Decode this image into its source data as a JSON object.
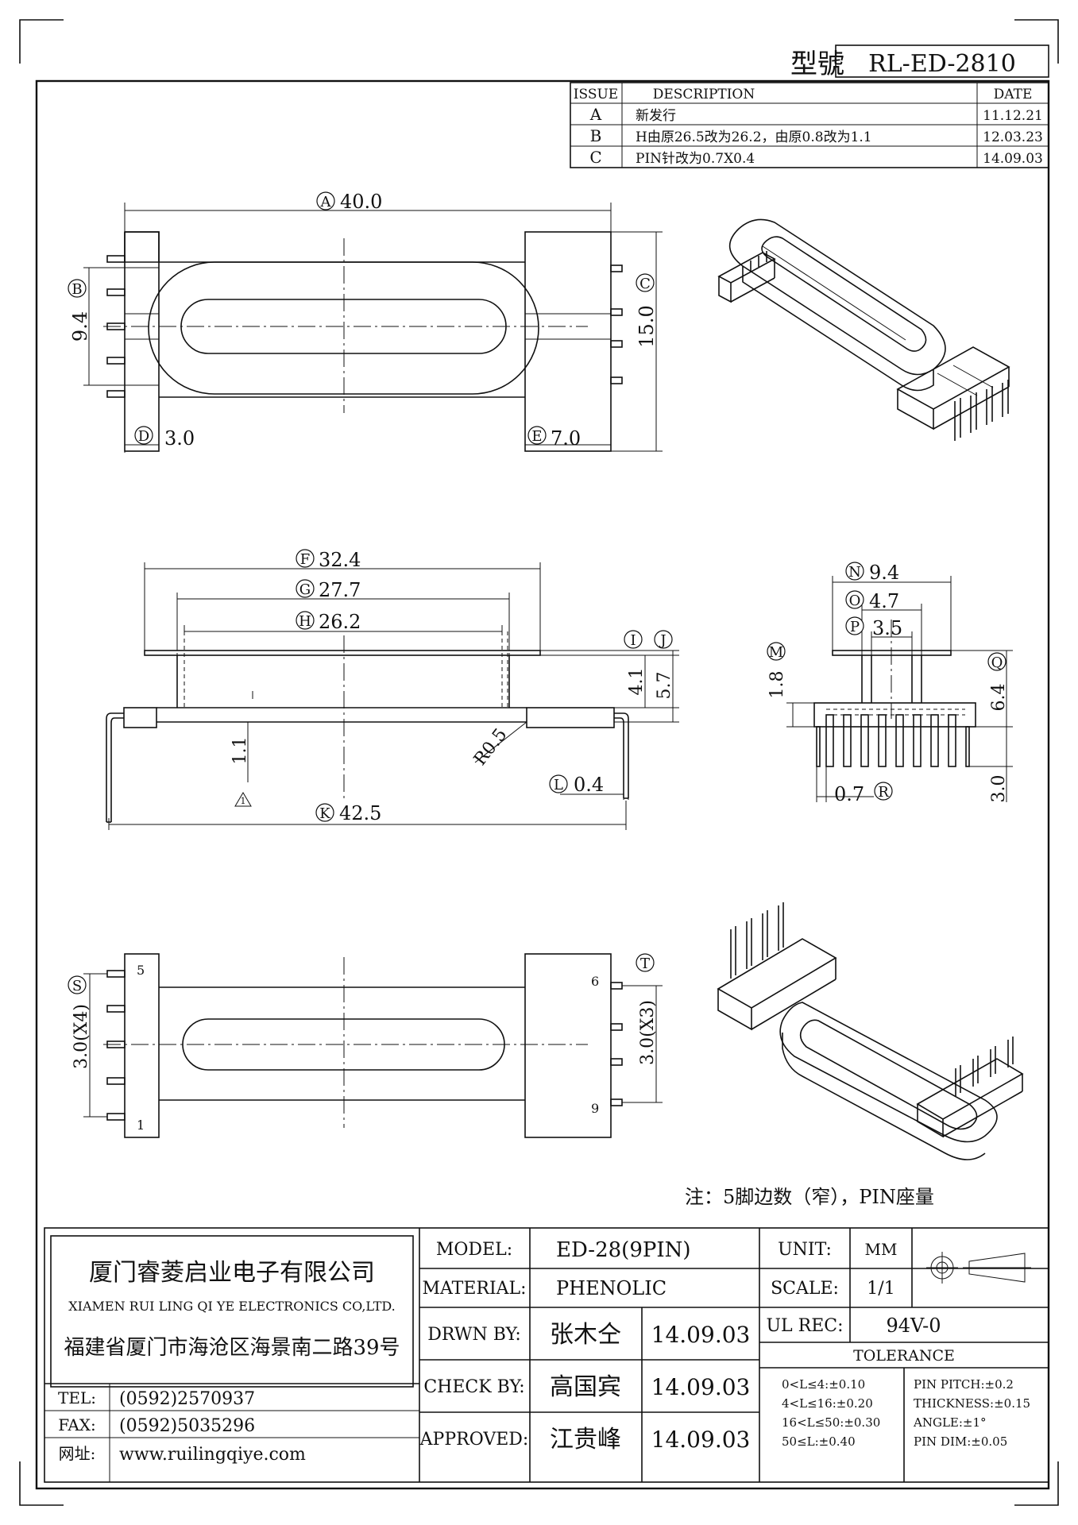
{
  "header": {
    "model_label": "型號",
    "model_value": "RL-ED-2810"
  },
  "revisions": {
    "headers": [
      "ISSUE",
      "DESCRIPTION",
      "DATE"
    ],
    "rows": [
      {
        "issue": "A",
        "description": "新发行",
        "date": "11.12.21"
      },
      {
        "issue": "B",
        "description": "H由原26.5改为26.2，由原0.8改为1.1",
        "date": "12.03.23"
      },
      {
        "issue": "C",
        "description": "PIN针改为0.7X0.4",
        "date": "14.09.03"
      }
    ]
  },
  "dimensions": {
    "A": {
      "letter": "A",
      "value": "40.0"
    },
    "B": {
      "letter": "B",
      "value": "9.4"
    },
    "C": {
      "letter": "C",
      "value": "15.0"
    },
    "D": {
      "letter": "D",
      "value": "3.0"
    },
    "E": {
      "letter": "E",
      "value": "7.0"
    },
    "F": {
      "letter": "F",
      "value": "32.4"
    },
    "G": {
      "letter": "G",
      "value": "27.7"
    },
    "H": {
      "letter": "H",
      "value": "26.2"
    },
    "I": {
      "letter": "I",
      "value": "4.1"
    },
    "J": {
      "letter": "J",
      "value": "5.7"
    },
    "K": {
      "letter": "K",
      "value": "42.5"
    },
    "L": {
      "letter": "L",
      "value": "0.4"
    },
    "M": {
      "letter": "M",
      "value": "1.8"
    },
    "N": {
      "letter": "N",
      "value": "9.4"
    },
    "O": {
      "letter": "O",
      "value": "4.7"
    },
    "P": {
      "letter": "P",
      "value": "3.5"
    },
    "Q": {
      "letter": "Q",
      "value": "6.4"
    },
    "R": {
      "letter": "R",
      "value": "0.7"
    },
    "S": {
      "letter": "S",
      "value": "3.0(X4)"
    },
    "T": {
      "letter": "T",
      "value": "3.0(X3)"
    }
  },
  "extra_dims": {
    "pin_length": "3.0",
    "v_11": "1.1",
    "radius": "R0.5",
    "flag": "1"
  },
  "pin_numbers": {
    "p5": "5",
    "p1": "1",
    "p6": "6",
    "p9": "9"
  },
  "note": "注：5脚边数（窄），PIN座量",
  "company": {
    "name_cn": "厦门睿菱启业电子有限公司",
    "name_en": "XIAMEN RUI LING QI YE ELECTRONICS CO,LTD.",
    "address": "福建省厦门市海沧区海景南二路39号",
    "tel_label": "TEL:",
    "tel": "(0592)2570937",
    "fax_label": "FAX:",
    "fax": "(0592)5035296",
    "web_label": "网址:",
    "web": "www.ruilingqiye.com"
  },
  "title_block": {
    "model_label": "MODEL:",
    "model": "ED-28(9PIN)",
    "material_label": "MATERIAL:",
    "material": "PHENOLIC",
    "drawn_label": "DRWN BY:",
    "drawn_name": "张木仝",
    "drawn_date": "14.09.03",
    "check_label": "CHECK BY:",
    "check_name": "高国宾",
    "check_date": "14.09.03",
    "approved_label": "APPROVED:",
    "approved_name": "江贵峰",
    "approved_date": "14.09.03",
    "unit_label": "UNIT:",
    "unit": "MM",
    "scale_label": "SCALE:",
    "scale": "1/1",
    "ul_label": "UL REC:",
    "ul": "94V-0",
    "tolerance_title": "TOLERANCE",
    "tolerance_left": [
      "0<L≤4:±0.10",
      "4<L≤16:±0.20",
      "16<L≤50:±0.30",
      "50≤L:±0.40"
    ],
    "tolerance_right": [
      "PIN PITCH:±0.2",
      "THICKNESS:±0.15",
      "ANGLE:±1°",
      "PIN DIM:±0.05"
    ]
  }
}
